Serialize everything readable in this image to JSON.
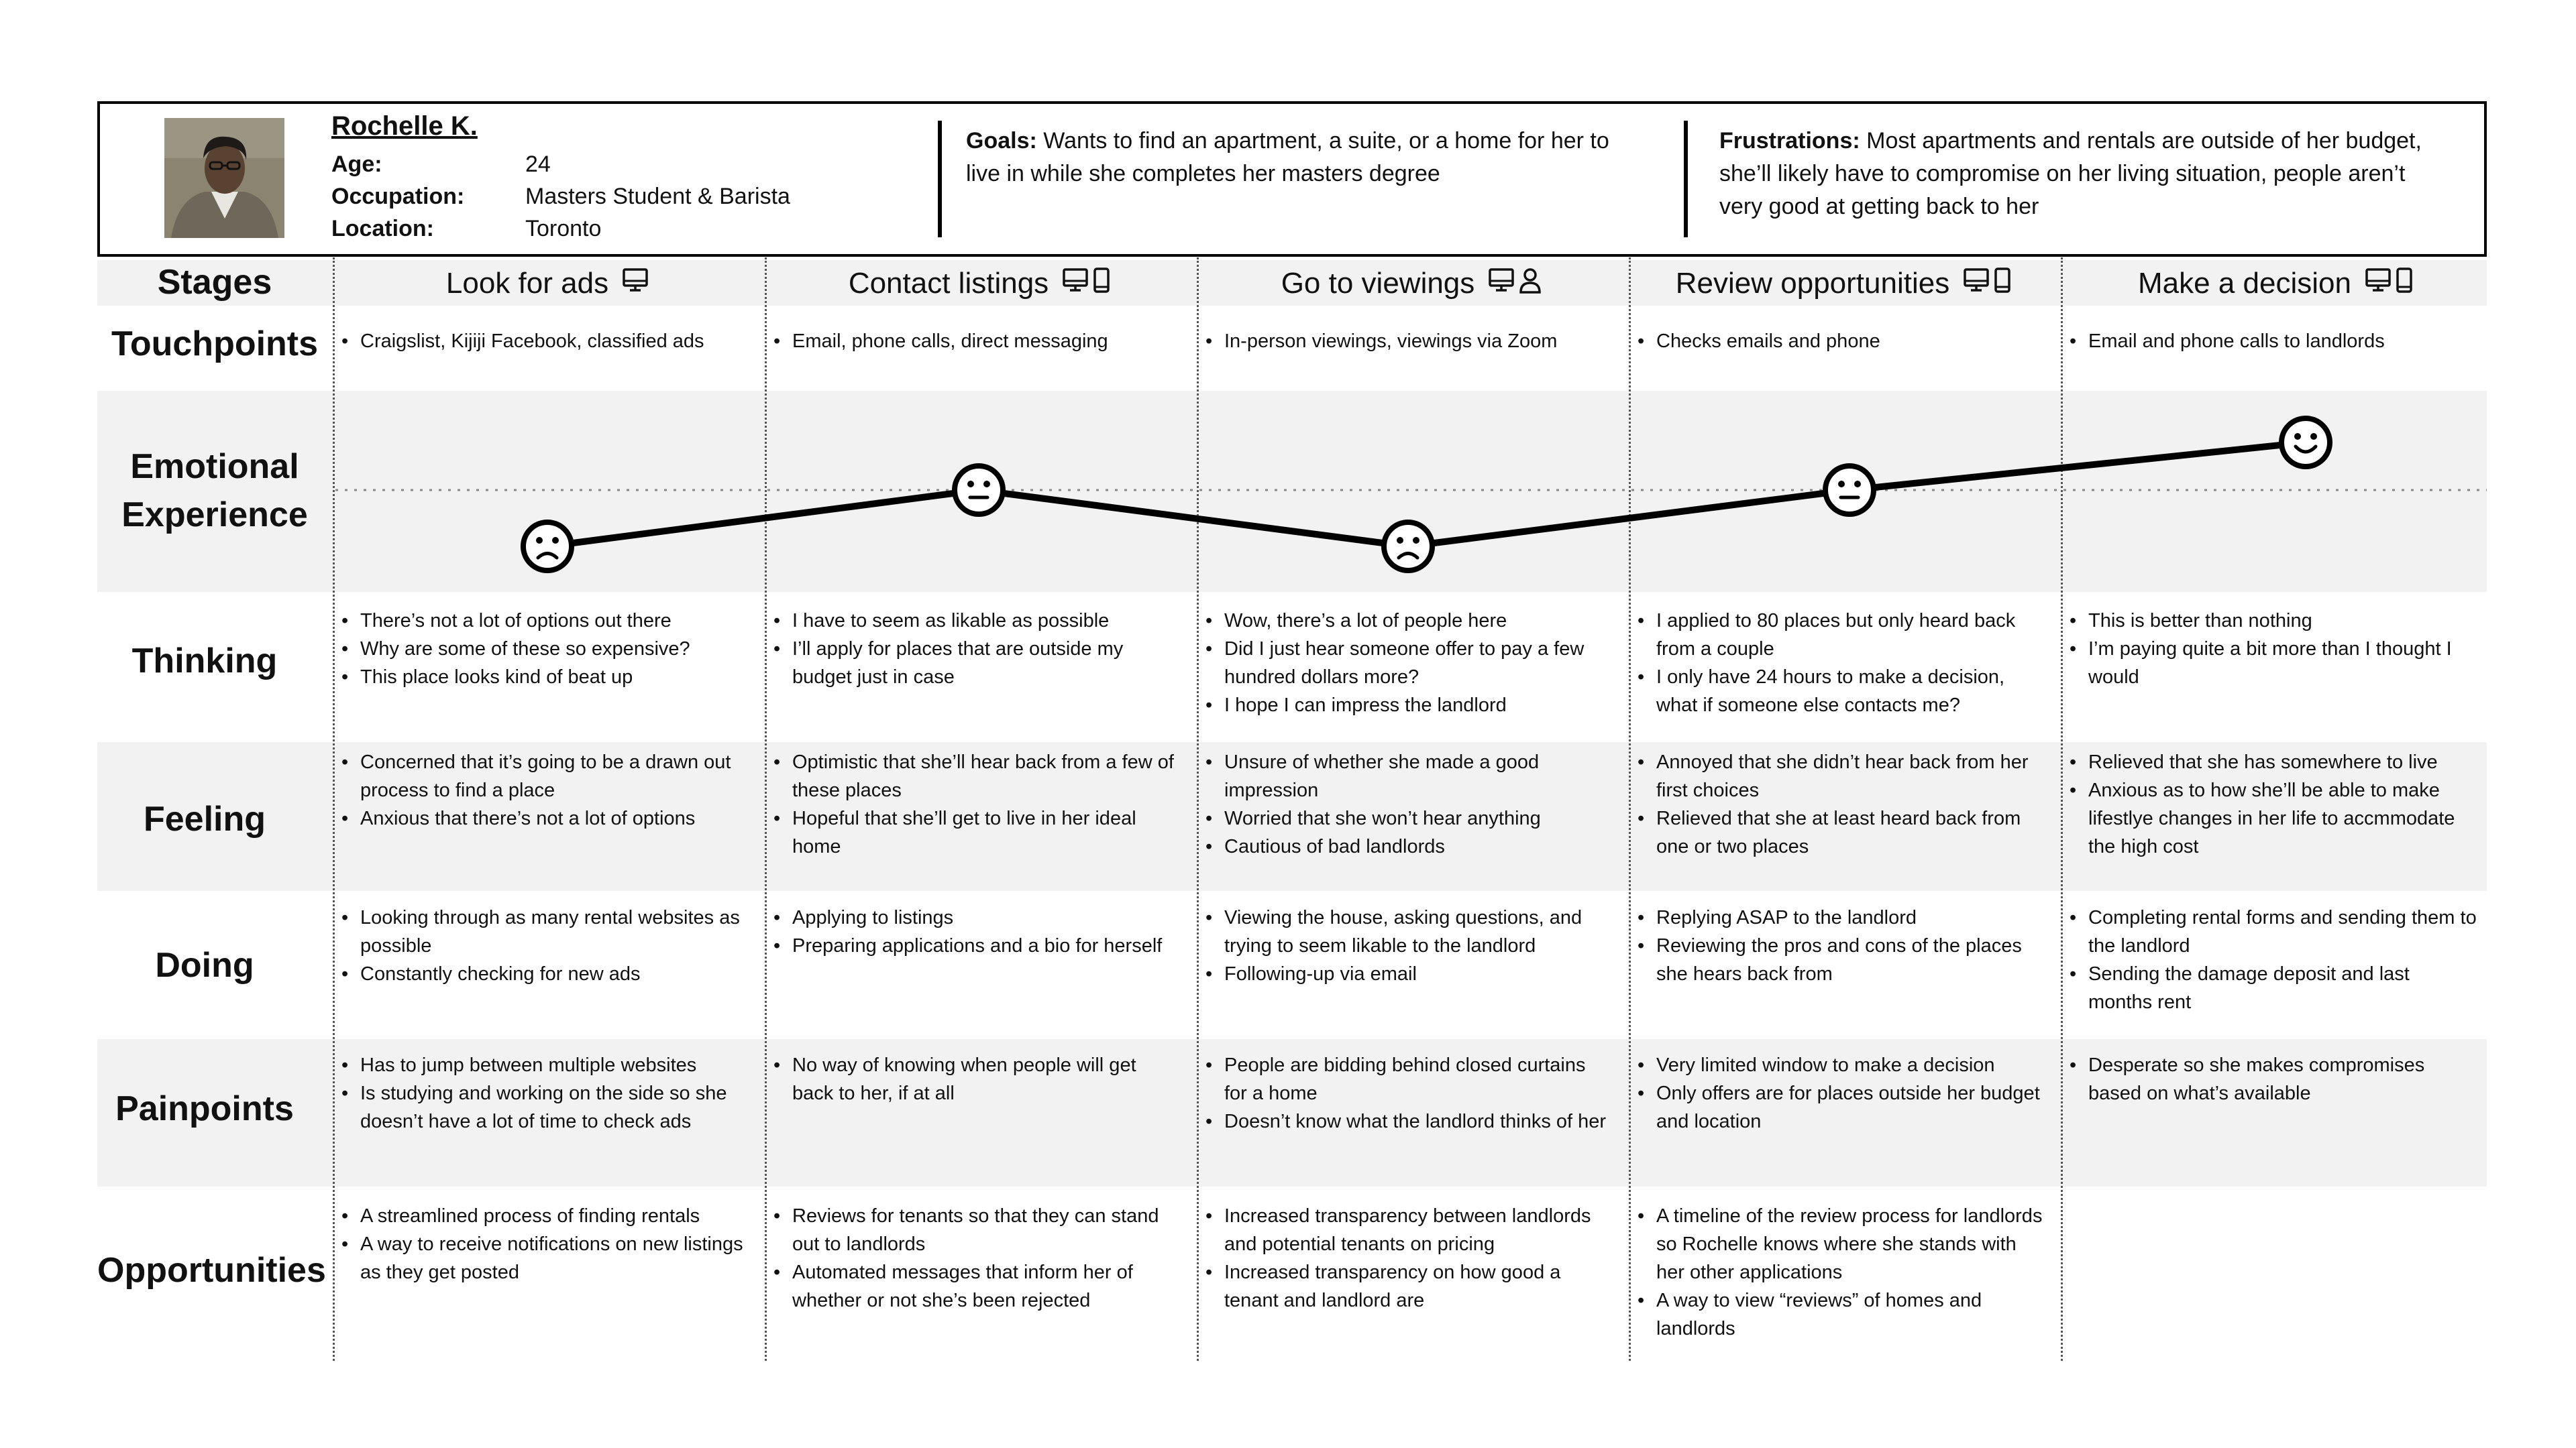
{
  "persona": {
    "name": "Rochelle K.",
    "age_label": "Age:",
    "age": "24",
    "occupation_label": "Occupation:",
    "occupation": "Masters Student & Barista",
    "location_label": "Location:",
    "location": "Toronto",
    "goals_label": "Goals:",
    "goals_line1": " Wants to find an apartment, a suite, or a home for her to",
    "goals_line2": "live in while she completes her masters degree",
    "frustrations_label": "Frustrations:",
    "frustrations_line1": " Most apartments and rentals are outside of her budget,",
    "frustrations_line2": "she’ll likely have to compromise on her living situation, people aren’t",
    "frustrations_line3": "very good at getting back to her"
  },
  "rows": {
    "stages": "Stages",
    "touchpoints": "Touchpoints",
    "emotional_1": "Emotional",
    "emotional_2": "Experience",
    "thinking": "Thinking",
    "feeling": "Feeling",
    "doing": "Doing",
    "painpoints": "Painpoints",
    "opportunities": "Opportunities"
  },
  "stages": [
    {
      "title": "Look for ads",
      "icons": [
        "desktop-icon"
      ],
      "emotion": "sad",
      "touchpoints": [
        "Craigslist, Kijiji Facebook, classified ads"
      ],
      "thinking": [
        "There’s not a lot of options out there",
        "Why are some of these so expensive?",
        "This place looks kind of beat up"
      ],
      "feeling": [
        "Concerned that it’s going to be a drawn out process to find a place",
        "Anxious that there’s not a lot of options"
      ],
      "doing": [
        "Looking through as many rental websites as possible",
        "Constantly checking for new ads"
      ],
      "painpoints": [
        "Has to jump between multiple websites",
        "Is studying and working on the side so she doesn’t have a lot of time to check ads"
      ],
      "opportunities": [
        "A streamlined process of finding rentals",
        "A way to receive notifications on new listings as they get posted"
      ]
    },
    {
      "title": "Contact listings",
      "icons": [
        "desktop-icon",
        "phone-icon"
      ],
      "emotion": "neutral",
      "touchpoints": [
        "Email, phone calls, direct messaging"
      ],
      "thinking": [
        "I have to seem as likable as possible",
        "I’ll apply for places that are outside my budget just in case"
      ],
      "feeling": [
        "Optimistic that she’ll hear back from a few of these places",
        "Hopeful that she’ll get to live in her ideal home"
      ],
      "doing": [
        "Applying to listings",
        "Preparing applications and a bio for herself"
      ],
      "painpoints": [
        "No way of knowing when people will get back to her, if at all"
      ],
      "opportunities": [
        "Reviews for tenants so that they can stand out to landlords",
        "Automated messages that inform her of whether or not she’s been rejected"
      ]
    },
    {
      "title": "Go to viewings",
      "icons": [
        "desktop-icon",
        "person-icon"
      ],
      "emotion": "sad",
      "touchpoints": [
        "In-person viewings, viewings via Zoom"
      ],
      "thinking": [
        "Wow, there’s a lot of people here",
        "Did I just hear someone offer to pay a few hundred dollars more?",
        "I hope I can impress the landlord"
      ],
      "feeling": [
        "Unsure of whether she made a good impression",
        "Worried that she won’t hear anything",
        "Cautious of bad landlords"
      ],
      "doing": [
        "Viewing the house, asking questions, and trying to seem likable to the landlord",
        "Following-up via email"
      ],
      "painpoints": [
        "People are bidding behind closed curtains for a home",
        "Doesn’t know what the landlord thinks of her"
      ],
      "opportunities": [
        "Increased transparency between landlords and potential tenants on pricing",
        "Increased transparency on how good a tenant and landlord are"
      ]
    },
    {
      "title": "Review opportunities",
      "icons": [
        "desktop-icon",
        "phone-icon"
      ],
      "emotion": "neutral",
      "touchpoints": [
        "Checks emails and phone"
      ],
      "thinking": [
        "I applied to 80 places but only heard back from a couple",
        "I only have 24 hours to make a decision, what if someone else contacts me?"
      ],
      "feeling": [
        "Annoyed that she didn’t hear back from her first choices",
        "Relieved that she at least heard back from one or two places"
      ],
      "doing": [
        "Replying ASAP to the landlord",
        "Reviewing the pros and cons of the places she hears back from"
      ],
      "painpoints": [
        "Very limited window to make a decision",
        "Only offers are for places outside her budget and location"
      ],
      "opportunities": [
        "A timeline of the review process for landlords so Rochelle knows where she stands with her other applications",
        "A way to view “reviews” of homes and landlords"
      ]
    },
    {
      "title": "Make a decision",
      "icons": [
        "desktop-icon",
        "phone-icon"
      ],
      "emotion": "happy",
      "touchpoints": [
        "Email and phone calls to landlords"
      ],
      "thinking": [
        "This is better than nothing",
        "I’m paying quite a bit more than I thought I would"
      ],
      "feeling": [
        "Relieved that she has somewhere to live",
        "Anxious as to how she’ll be able to make lifestlye changes in her life to accmmodate the high cost"
      ],
      "doing": [
        "Completing rental forms and sending them to the landlord",
        "Sending the damage deposit and last months rent"
      ],
      "painpoints": [
        "Desperate  so she makes compromises based on what’s available"
      ],
      "opportunities": []
    }
  ]
}
